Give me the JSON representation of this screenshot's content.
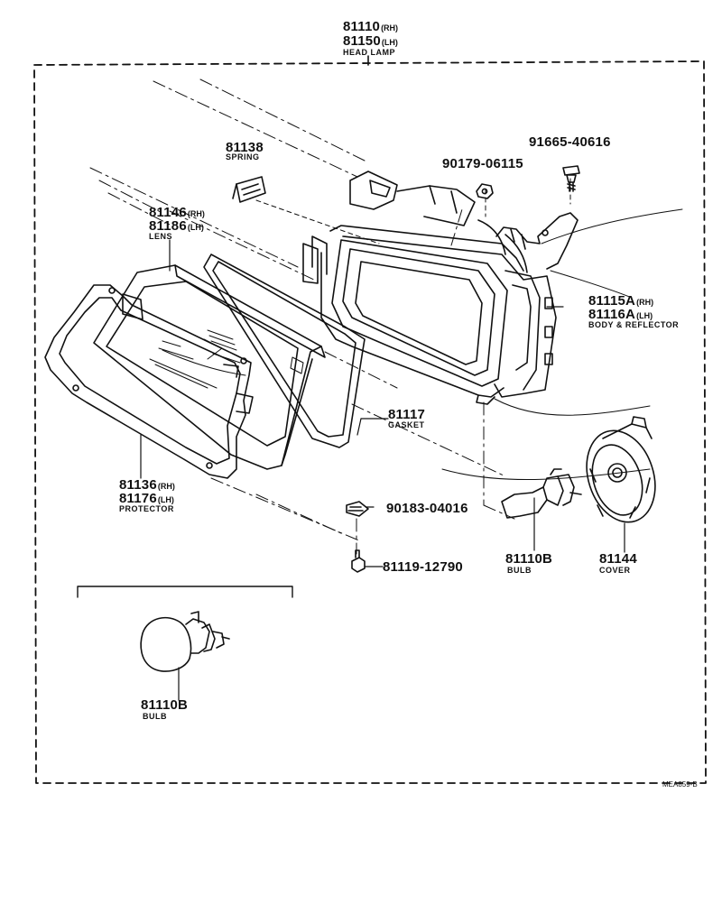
{
  "head_lamp": {
    "pn_rh": "81110",
    "side_rh": "(RH)",
    "pn_lh": "81150",
    "side_lh": "(LH)",
    "name": "HEAD LAMP"
  },
  "spring": {
    "pn": "81138",
    "name": "SPRING"
  },
  "nut": {
    "pn": "90179-06115"
  },
  "screw": {
    "pn": "91665-40616"
  },
  "lens": {
    "pn_rh": "81146",
    "side_rh": "(RH)",
    "pn_lh": "81186",
    "side_lh": "(LH)",
    "name": "LENS"
  },
  "body_reflector": {
    "pn_rh": "81115A",
    "side_rh": "(RH)",
    "pn_lh": "81116A",
    "side_lh": "(LH)",
    "name": "BODY & REFLECTOR"
  },
  "gasket": {
    "pn": "81117",
    "name": "GASKET"
  },
  "protector": {
    "pn_rh": "81136",
    "side_rh": "(RH)",
    "pn_lh": "81176",
    "side_lh": "(LH)",
    "name": "PROTECTOR"
  },
  "clip": {
    "pn": "90183-04016"
  },
  "bolt": {
    "pn": "81119-12790"
  },
  "bulb": {
    "pn": "81110B",
    "name": "BULB"
  },
  "cover": {
    "pn": "81144",
    "name": "COVER"
  },
  "bulb_alt": {
    "pn": "81110B",
    "name": "BULB"
  },
  "diagram_ref": "MEA859-B"
}
